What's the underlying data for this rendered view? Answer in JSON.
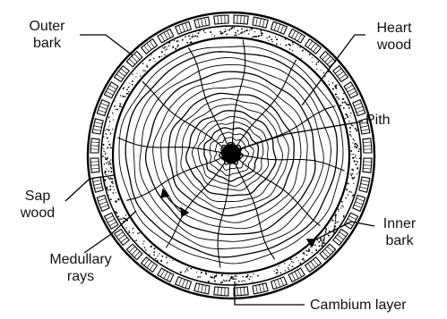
{
  "labels": {
    "outer_bark": [
      "Outer",
      "bark"
    ],
    "heart_wood": [
      "Heart",
      "wood"
    ],
    "pith": "Pith",
    "sap_wood": [
      "Sap",
      "wood"
    ],
    "inner_bark": [
      "Inner",
      "bark"
    ],
    "medullary_rays": [
      "Medullary",
      "rays"
    ],
    "cambium_layer": "Cambium layer"
  }
}
